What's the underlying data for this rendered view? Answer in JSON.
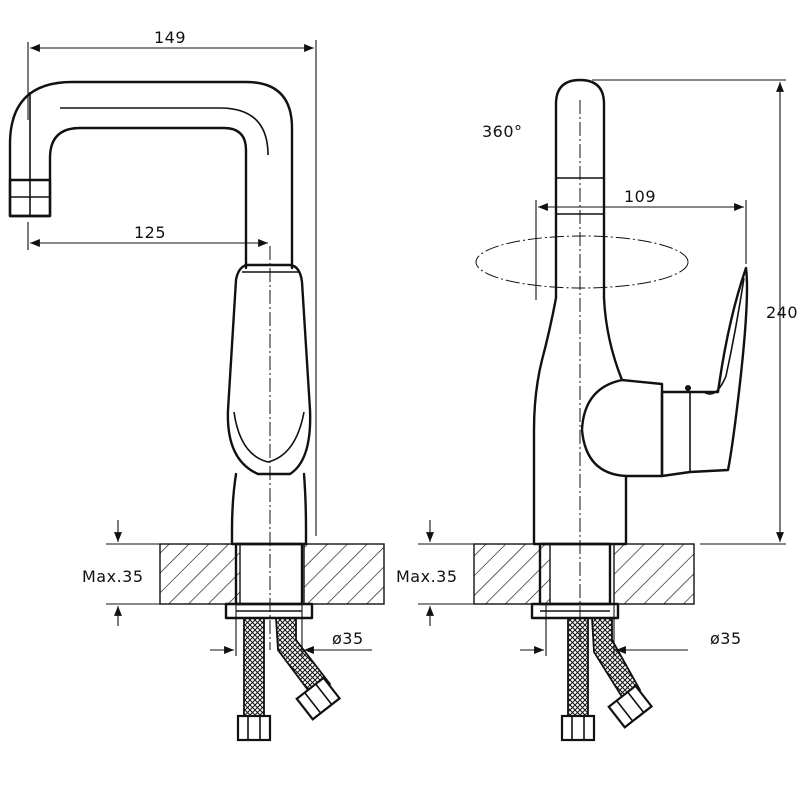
{
  "dimensions": {
    "front_overall_width": "149",
    "front_spout_reach": "125",
    "side_rotation": "360°",
    "side_handle_reach": "109",
    "side_height": "240",
    "front_max_thickness": "Max.35",
    "side_max_thickness": "Max.35",
    "front_hole_diameter": "ø35",
    "side_hole_diameter": "ø35"
  }
}
